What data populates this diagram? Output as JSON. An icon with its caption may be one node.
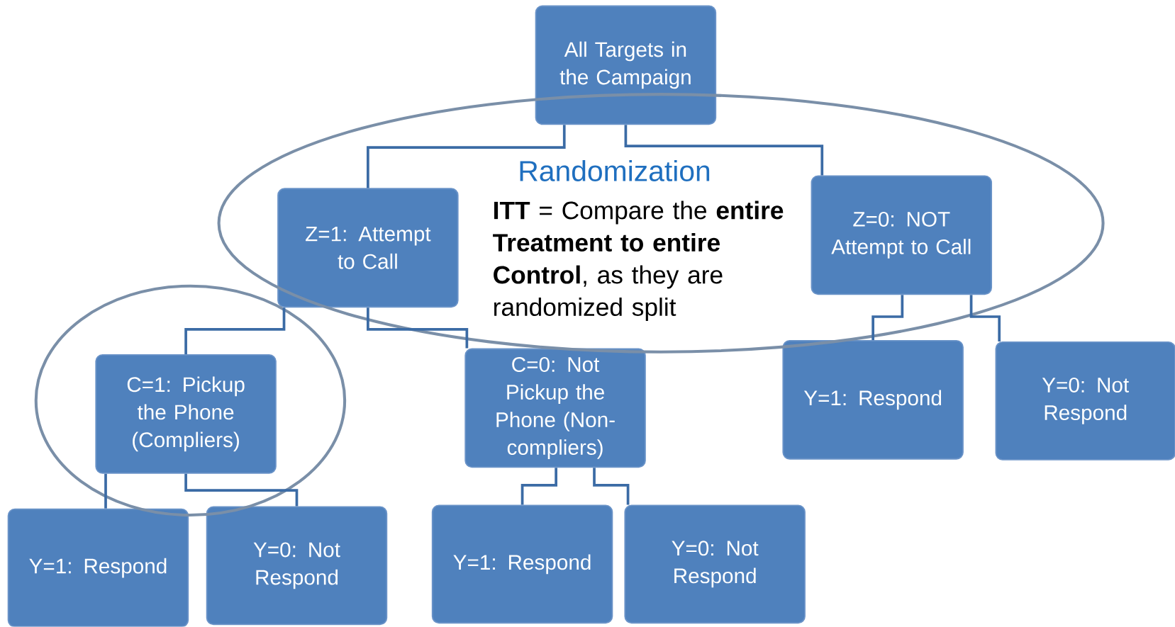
{
  "diagram": {
    "nodes": [
      {
        "text": [
          "All Targets in the Campaign"
        ]
      },
      {
        "text": [
          "Z=1: Attempt to Call"
        ]
      },
      {
        "text": [
          "Z=0: NOT Attempt to Call"
        ]
      },
      {
        "text": [
          "C=1: Pickup the Phone (Compliers)"
        ]
      },
      {
        "text": [
          "C=0: Not Pickup the Phone (Non-compliers)"
        ]
      },
      {
        "text": [
          "Y=1: Respond"
        ]
      },
      {
        "text": [
          "Y=0: Not Respond"
        ]
      },
      {
        "text": [
          "Y=1: Respond"
        ]
      },
      {
        "text": [
          "Y=0: Not Respond"
        ]
      },
      {
        "text": [
          "Y=1: Respond"
        ]
      },
      {
        "text": [
          "Y=0: Not Respond"
        ]
      }
    ],
    "edges": [
      {
        "from": 0,
        "to": 1,
        "arrow": "none"
      },
      {
        "from": 0,
        "to": 2,
        "arrow": "none"
      },
      {
        "from": 1,
        "to": 3,
        "arrow": "none"
      },
      {
        "from": 1,
        "to": 4,
        "arrow": "none"
      },
      {
        "from": 2,
        "to": 5,
        "arrow": "none"
      },
      {
        "from": 2,
        "to": 6,
        "arrow": "none"
      },
      {
        "from": 3,
        "to": 7,
        "arrow": "none"
      },
      {
        "from": 3,
        "to": 8,
        "arrow": "none"
      },
      {
        "from": 4,
        "to": 9,
        "arrow": "none"
      },
      {
        "from": 4,
        "to": 10,
        "arrow": "none"
      }
    ],
    "labels": [
      "Randomization",
      "**ITT** = Compare the **entire Treatment to entire Control**, as they are randomized split"
    ]
  }
}
